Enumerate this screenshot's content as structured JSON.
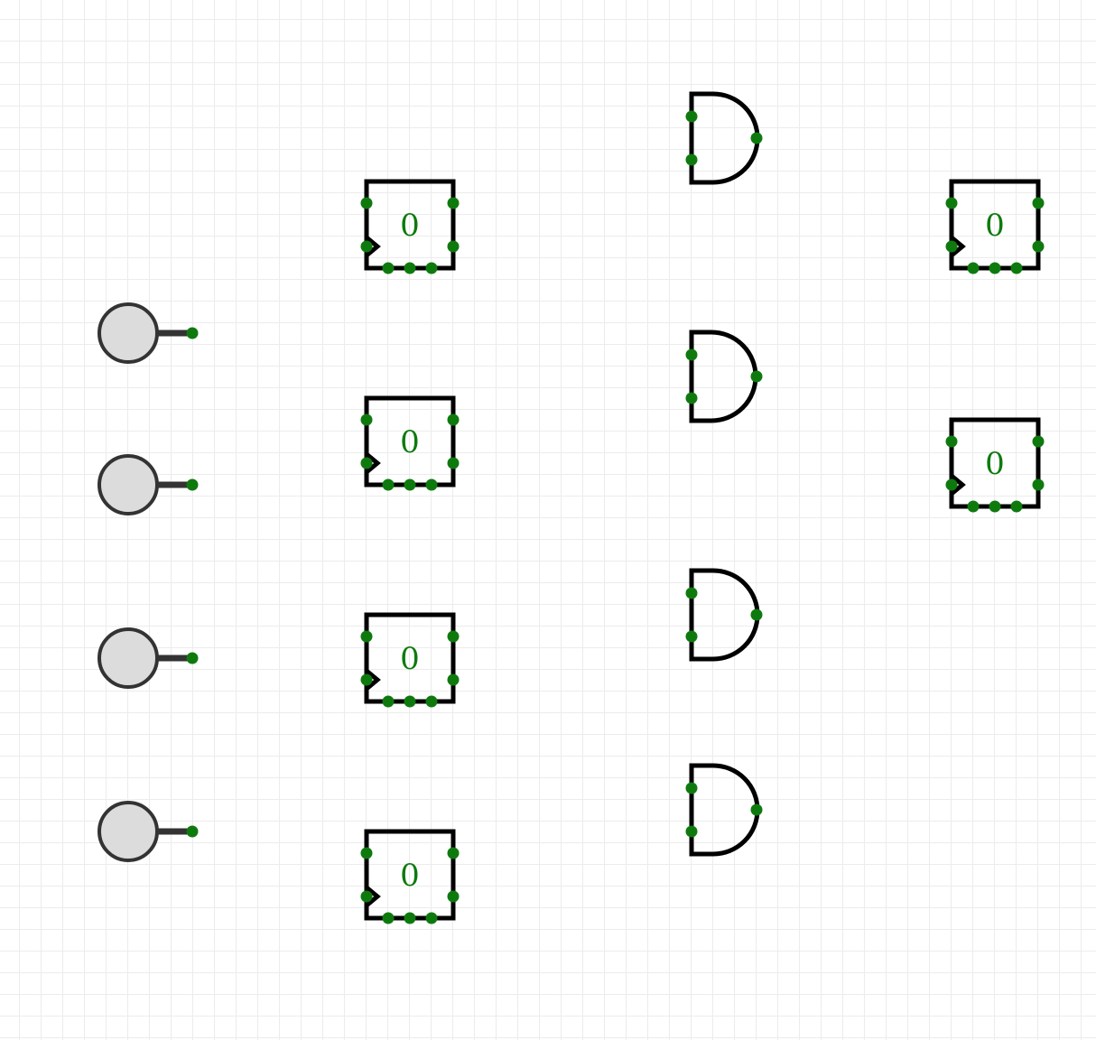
{
  "colors": {
    "pin": "#0e7a0e",
    "gate_stroke": "#000000",
    "switch_fill": "#dcdcdc",
    "switch_stroke": "#333333",
    "grid": "#ececec"
  },
  "switches": [
    {},
    {},
    {},
    {}
  ],
  "flip_flops_col1": [
    {
      "value": "0"
    },
    {
      "value": "0"
    },
    {
      "value": "0"
    },
    {
      "value": "0"
    }
  ],
  "and_gates": [
    {},
    {},
    {},
    {}
  ],
  "flip_flops_col2": [
    {
      "value": "0"
    },
    {
      "value": "0"
    }
  ]
}
